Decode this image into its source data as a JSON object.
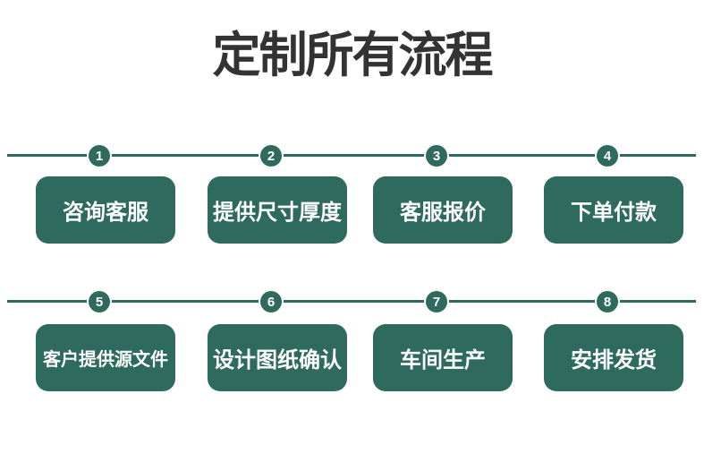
{
  "title": "定制所有流程",
  "colors": {
    "accent": "#2E6B5E",
    "title_text": "#333333",
    "step_text": "#FFFFFF",
    "background": "#FFFFFF"
  },
  "steps": [
    {
      "num": "1",
      "label": "咨询客服"
    },
    {
      "num": "2",
      "label": "提供尺寸厚度"
    },
    {
      "num": "3",
      "label": "客服报价"
    },
    {
      "num": "4",
      "label": "下单付款"
    },
    {
      "num": "5",
      "label": "客户提供源文件"
    },
    {
      "num": "6",
      "label": "设计图纸确认"
    },
    {
      "num": "7",
      "label": "车间生产"
    },
    {
      "num": "8",
      "label": "安排发货"
    }
  ]
}
